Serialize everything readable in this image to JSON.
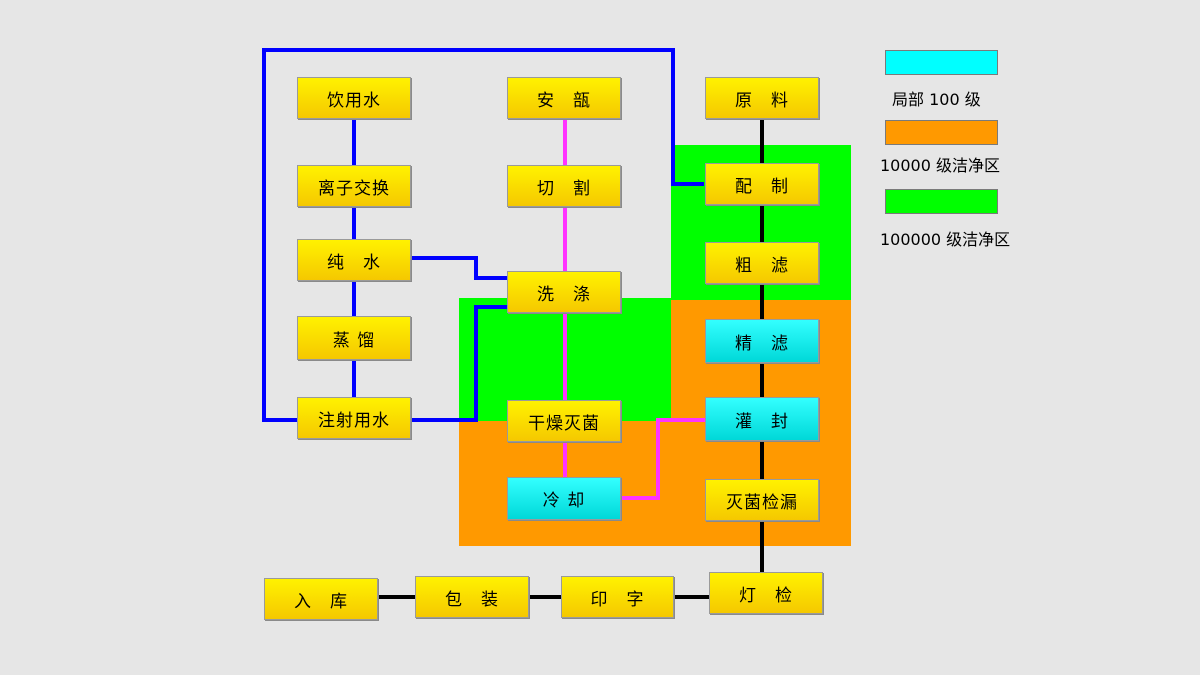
{
  "legend": {
    "local100": "局部 100 级",
    "class10000": "10000 级洁净区",
    "class100000": "100000 级洁净区"
  },
  "colors": {
    "local100": "#00ffff",
    "class10000": "#ff9900",
    "class100000": "#00ff00",
    "process_box": "#ffd700",
    "water_line": "#0000ff",
    "ampoule_line": "#ff33ff",
    "main_line": "#000000"
  },
  "nodes": {
    "drinking_water": "饮用水",
    "ion_exchange": "离子交换",
    "pure_water": "纯　水",
    "distillation": "蒸 馏",
    "injection_water": "注射用水",
    "ampoule": "安　瓿",
    "cutting": "切　割",
    "washing": "洗　涤",
    "drying": "干燥灭菌",
    "cooling": "冷 却",
    "raw_material": "原　料",
    "compounding": "配　制",
    "coarse_filter": "粗　滤",
    "fine_filter": "精　滤",
    "filling": "灌　封",
    "leak_test": "灭菌检漏",
    "light_inspect": "灯　检",
    "printing": "印　字",
    "packing": "包　装",
    "storage": "入　库"
  }
}
